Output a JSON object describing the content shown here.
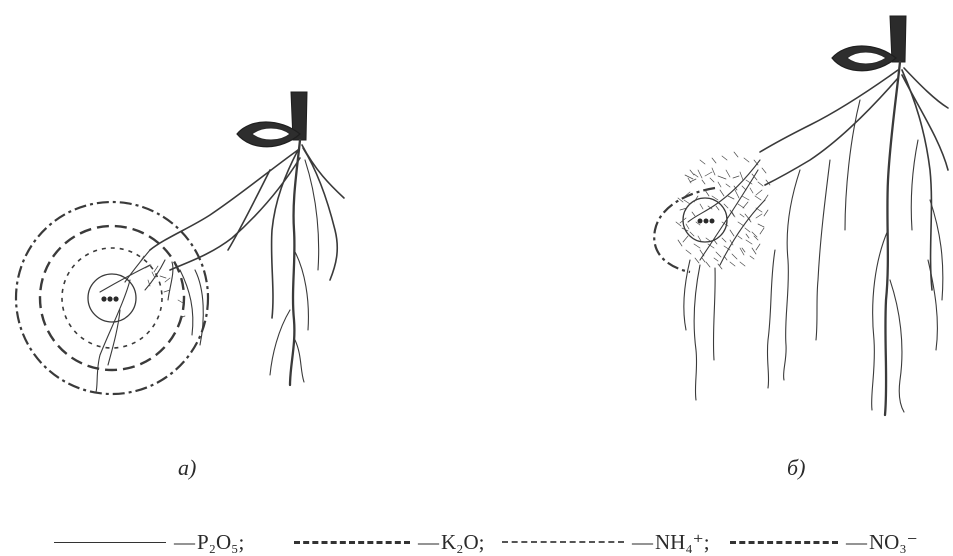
{
  "panels": [
    {
      "label": "а)"
    },
    {
      "label": "б)"
    }
  ],
  "legend": [
    {
      "line_style": "solid",
      "dash_text": "—",
      "formula": "P₂O₅;"
    },
    {
      "line_style": "long-dash",
      "dash_text": "—",
      "formula": "K₂O;"
    },
    {
      "line_style": "short-dash",
      "dash_text": "—",
      "formula": "NH₄⁺;"
    },
    {
      "line_style": "dash-dot",
      "dash_text": "—",
      "formula": "NO₃⁻"
    }
  ],
  "colors": {
    "ink": "#2b2b2b",
    "background": "#ffffff"
  }
}
